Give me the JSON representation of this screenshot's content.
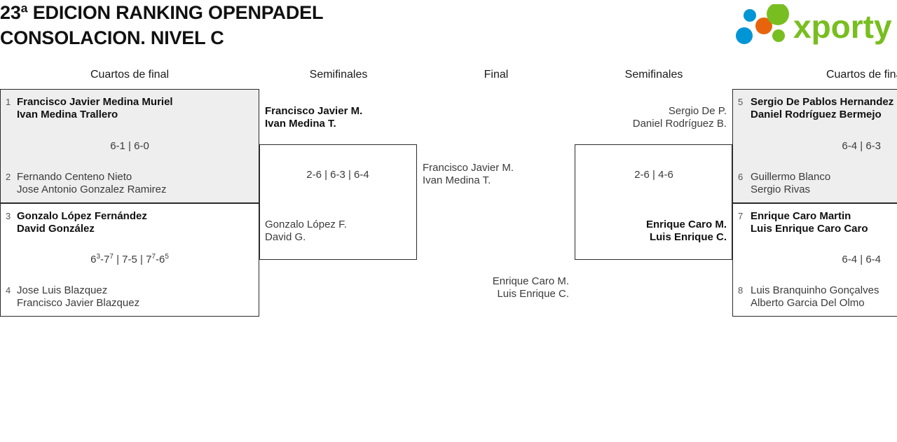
{
  "header": {
    "title": "23ª EDICION RANKING OPENPADEL\nCONSOLACION. NIVEL C",
    "logo_text": "xporty",
    "logo_colors": {
      "green": "#78be20",
      "blue": "#0096d6",
      "orange": "#e8640c"
    }
  },
  "columns": [
    {
      "label": "Cuartos de final"
    },
    {
      "label": "Semifinales"
    },
    {
      "label": "Final"
    },
    {
      "label": "Semifinales"
    },
    {
      "label": "Cuartos de final"
    }
  ],
  "bracket": {
    "quarterfinals_left": [
      {
        "winner_side": "top",
        "score": "6-1 | 6-0",
        "top": {
          "seed": "1",
          "line1": "Francisco Javier Medina Muriel",
          "line2": "Ivan Medina Trallero"
        },
        "bottom": {
          "seed": "2",
          "line1": "Fernando Centeno Nieto",
          "line2": "Jose Antonio Gonzalez Ramirez"
        }
      },
      {
        "winner_side": "top",
        "score_html": "6<sup>3</sup>-7<sup>7</sup> | 7-5 | 7<sup>7</sup>-6<sup>5</sup>",
        "score": "63-77 | 7-5 | 77-65",
        "top": {
          "seed": "3",
          "line1": "Gonzalo López Fernández",
          "line2": "David González"
        },
        "bottom": {
          "seed": "4",
          "line1": "Jose Luis Blazquez",
          "line2": "Francisco Javier Blazquez"
        }
      }
    ],
    "semifinal_left": {
      "winner_side": "top",
      "score": "2-6 | 6-3 | 6-4",
      "top": {
        "line1": "Francisco Javier M.",
        "line2": "Ivan Medina T."
      },
      "bottom": {
        "line1": "Gonzalo López F.",
        "line2": "David G."
      }
    },
    "final": {
      "score": "",
      "top": {
        "line1": "Francisco Javier M.",
        "line2": "Ivan Medina T."
      },
      "bottom": {
        "line1": "Enrique Caro M.",
        "line2": "Luis Enrique C."
      }
    },
    "semifinal_right": {
      "winner_side": "bottom",
      "score": "2-6 | 4-6",
      "top": {
        "line1": "Sergio De P.",
        "line2": "Daniel Rodríguez B."
      },
      "bottom": {
        "line1": "Enrique Caro M.",
        "line2": "Luis Enrique C."
      }
    },
    "quarterfinals_right": [
      {
        "winner_side": "top",
        "score": "6-4 | 6-3",
        "top": {
          "seed": "5",
          "line1": "Sergio De Pablos Hernandez",
          "line2": "Daniel Rodríguez Bermejo"
        },
        "bottom": {
          "seed": "6",
          "line1": "Guillermo Blanco",
          "line2": "Sergio Rivas"
        }
      },
      {
        "winner_side": "top",
        "score": "6-4 | 6-4",
        "top": {
          "seed": "7",
          "line1": "Enrique Caro Martin",
          "line2": "Luis Enrique Caro Caro"
        },
        "bottom": {
          "seed": "8",
          "line1": "Luis Branquinho Gonçalves",
          "line2": "Alberto Garcia Del Olmo"
        }
      }
    ]
  }
}
